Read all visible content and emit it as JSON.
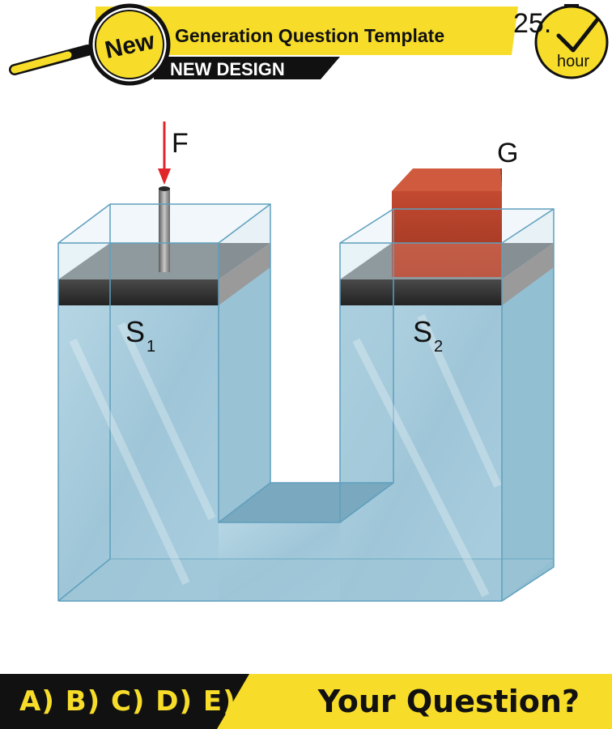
{
  "header": {
    "badge_label": "New",
    "title": "Generation Question Template",
    "subtitle": "NEW DESIGN",
    "clock_number": "25.",
    "clock_unit": "hour"
  },
  "diagram": {
    "force_label": "F",
    "weight_label": "G",
    "piston_left_letter": "S",
    "piston_left_sub": "1",
    "piston_right_letter": "S",
    "piston_right_sub": "2"
  },
  "footer": {
    "answer_choices": "A) B) C) D) E)",
    "question_text": "Your Question?"
  },
  "colors": {
    "yellow": "#f7dd2a",
    "black": "#111111",
    "water": "#a9ccdc",
    "glass_edge": "#5e9fbd",
    "piston": "#3c3c3c",
    "block": "#b5402a",
    "arrow": "#e0262b"
  }
}
